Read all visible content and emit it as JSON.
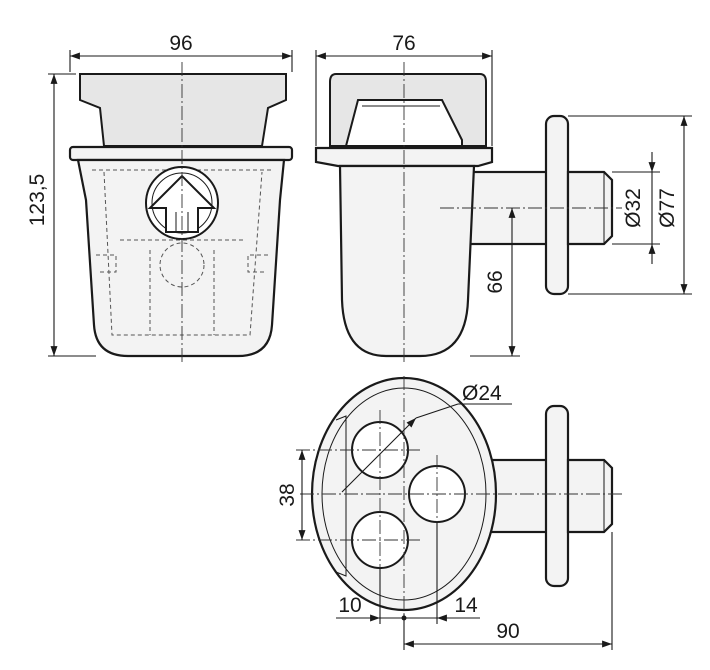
{
  "dimensions": {
    "front_width": "96",
    "front_height": "123,5",
    "side_width": "76",
    "outlet_height": "66",
    "outlet_diameter_inner": "Ø32",
    "outlet_diameter_outer": "Ø77",
    "inlet_diameter": "Ø24",
    "inlet_spacing": "38",
    "offset_left": "10",
    "offset_right": "14",
    "outlet_length": "90"
  }
}
